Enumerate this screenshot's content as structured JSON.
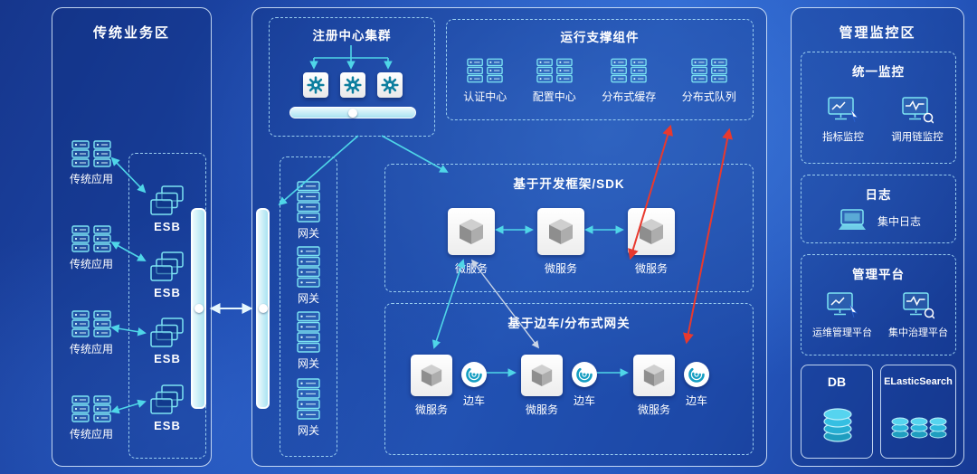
{
  "left_panel": {
    "title": "传统业务区",
    "apps": [
      {
        "label": "传统应用"
      },
      {
        "label": "传统应用"
      },
      {
        "label": "传统应用"
      },
      {
        "label": "传统应用"
      }
    ],
    "esb": {
      "items": [
        {
          "label": "ESB"
        },
        {
          "label": "ESB"
        },
        {
          "label": "ESB"
        },
        {
          "label": "ESB"
        }
      ]
    }
  },
  "middle_panel": {
    "registry": {
      "title": "注册中心集群"
    },
    "runtime": {
      "title": "运行支撑组件",
      "items": [
        {
          "label": "认证中心"
        },
        {
          "label": "配置中心"
        },
        {
          "label": "分布式缓存"
        },
        {
          "label": "分布式队列"
        }
      ]
    },
    "gateways": [
      {
        "label": "网关"
      },
      {
        "label": "网关"
      },
      {
        "label": "网关"
      },
      {
        "label": "网关"
      }
    ],
    "sdk": {
      "title": "基于开发框架/SDK",
      "services": [
        {
          "label": "微服务"
        },
        {
          "label": "微服务"
        },
        {
          "label": "微服务"
        }
      ]
    },
    "sidecar": {
      "title": "基于边车/分布式网关",
      "pairs": [
        {
          "service": "微服务",
          "sidecar": "边车"
        },
        {
          "service": "微服务",
          "sidecar": "边车"
        },
        {
          "service": "微服务",
          "sidecar": "边车"
        }
      ]
    }
  },
  "right_panel": {
    "title": "管理监控区",
    "monitoring": {
      "title": "统一监控",
      "items": [
        {
          "label": "指标监控"
        },
        {
          "label": "调用链监控"
        }
      ]
    },
    "logs": {
      "title": "日志",
      "items": [
        {
          "label": "集中日志"
        }
      ]
    },
    "management": {
      "title": "管理平台",
      "items": [
        {
          "label": "运维管理平台"
        },
        {
          "label": "集中治理平台"
        }
      ]
    },
    "storage": [
      {
        "label": "DB"
      },
      {
        "label": "ELasticSearch"
      }
    ]
  },
  "colors": {
    "accent_teal": "#4fd6e8",
    "arrow_red": "#e8392e",
    "arrow_gray": "#c9d4e6",
    "panel_border": "#dce9fb"
  }
}
